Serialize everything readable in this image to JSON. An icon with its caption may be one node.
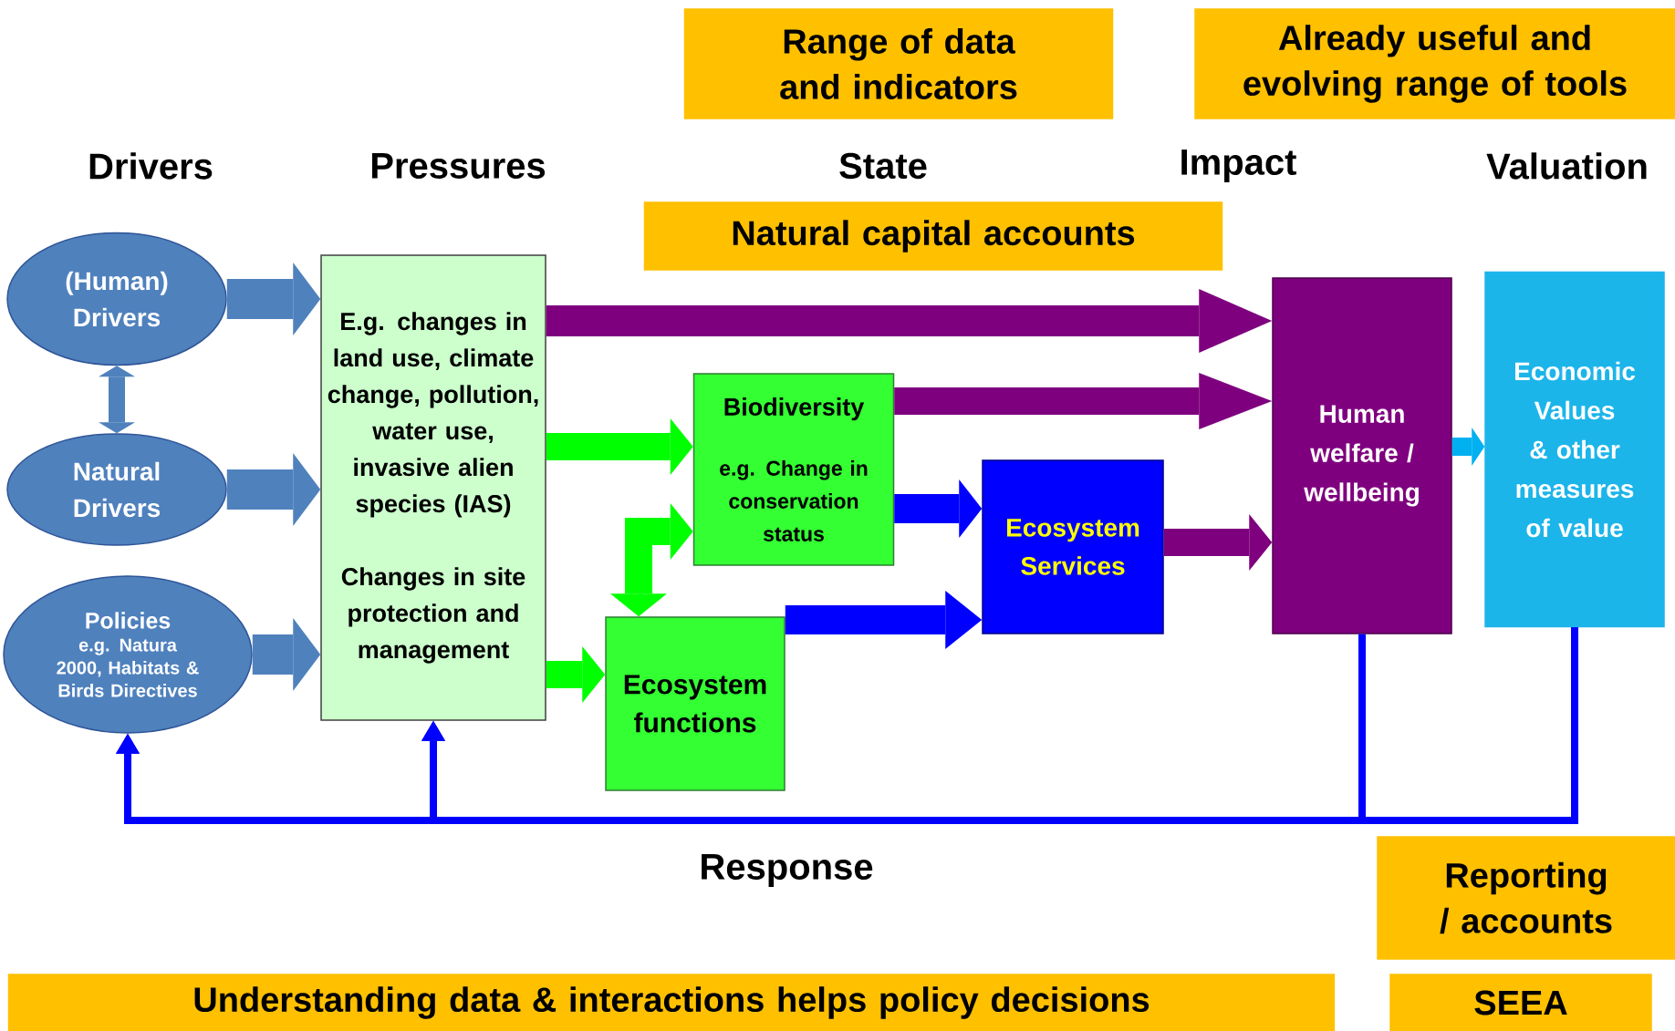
{
  "diagram": {
    "nodes": [
      {
        "text": [
          "Range of data and indicators"
        ]
      },
      {
        "text": [
          "Already useful and evolving range of tools"
        ]
      },
      {
        "text": [
          "Natural capital accounts"
        ]
      },
      {
        "text": [
          "(Human) Drivers"
        ]
      },
      {
        "text": [
          "Natural Drivers"
        ]
      },
      {
        "text": [
          "Policies",
          "e.g. Natura 2000, Habitats & Birds Directives"
        ]
      },
      {
        "text": [
          "E.g. changes in land use, climate change, pollution, water use, invasive alien species (IAS)",
          "Changes in site protection and management"
        ]
      },
      {
        "text": [
          "Biodiversity",
          "e.g. Change in conservation status"
        ]
      },
      {
        "text": [
          "Ecosystem functions"
        ]
      },
      {
        "text": [
          "Ecosystem Services"
        ]
      },
      {
        "text": [
          "Human welfare / wellbeing"
        ]
      },
      {
        "text": [
          "Economic Values & other measures of value"
        ]
      },
      {
        "text": [
          "Reporting / accounts"
        ]
      },
      {
        "text": [
          "Understanding data & interactions helps policy decisions"
        ]
      },
      {
        "text": [
          "SEEA"
        ]
      }
    ],
    "edges": [
      {
        "from": 3,
        "to": 4,
        "arrow": "both",
        "color": "#4f81bd"
      },
      {
        "from": 3,
        "to": 6,
        "arrow": "to",
        "color": "#4f81bd"
      },
      {
        "from": 4,
        "to": 6,
        "arrow": "to",
        "color": "#4f81bd"
      },
      {
        "from": 5,
        "to": 6,
        "arrow": "to",
        "color": "#4f81bd"
      },
      {
        "from": 6,
        "to": 10,
        "arrow": "to",
        "color": "#7f007f"
      },
      {
        "from": 6,
        "to": 7,
        "arrow": "to",
        "color": "#00ff00"
      },
      {
        "from": 6,
        "to": 8,
        "arrow": "to",
        "color": "#00ff00"
      },
      {
        "from": 7,
        "to": 8,
        "arrow": "both",
        "color": "#00ff00"
      },
      {
        "from": 7,
        "to": 10,
        "arrow": "to",
        "color": "#7f007f"
      },
      {
        "from": 7,
        "to": 9,
        "arrow": "to",
        "color": "#0000ff"
      },
      {
        "from": 8,
        "to": 9,
        "arrow": "to",
        "color": "#0000ff"
      },
      {
        "from": 9,
        "to": 10,
        "arrow": "to",
        "color": "#7f007f"
      },
      {
        "from": 10,
        "to": 11,
        "arrow": "to",
        "color": "#00b0f0"
      },
      {
        "from": 10,
        "to": 5,
        "arrow": "to",
        "color": "#0000ff"
      },
      {
        "from": 10,
        "to": 6,
        "arrow": "to",
        "color": "#0000ff"
      },
      {
        "from": 11,
        "to": 5,
        "arrow": "to",
        "color": "#0000ff"
      },
      {
        "from": 11,
        "to": 6,
        "arrow": "to",
        "color": "#0000ff"
      }
    ],
    "labels": [
      "Drivers",
      "Pressures",
      "State",
      "Impact",
      "Valuation",
      "Response"
    ]
  }
}
